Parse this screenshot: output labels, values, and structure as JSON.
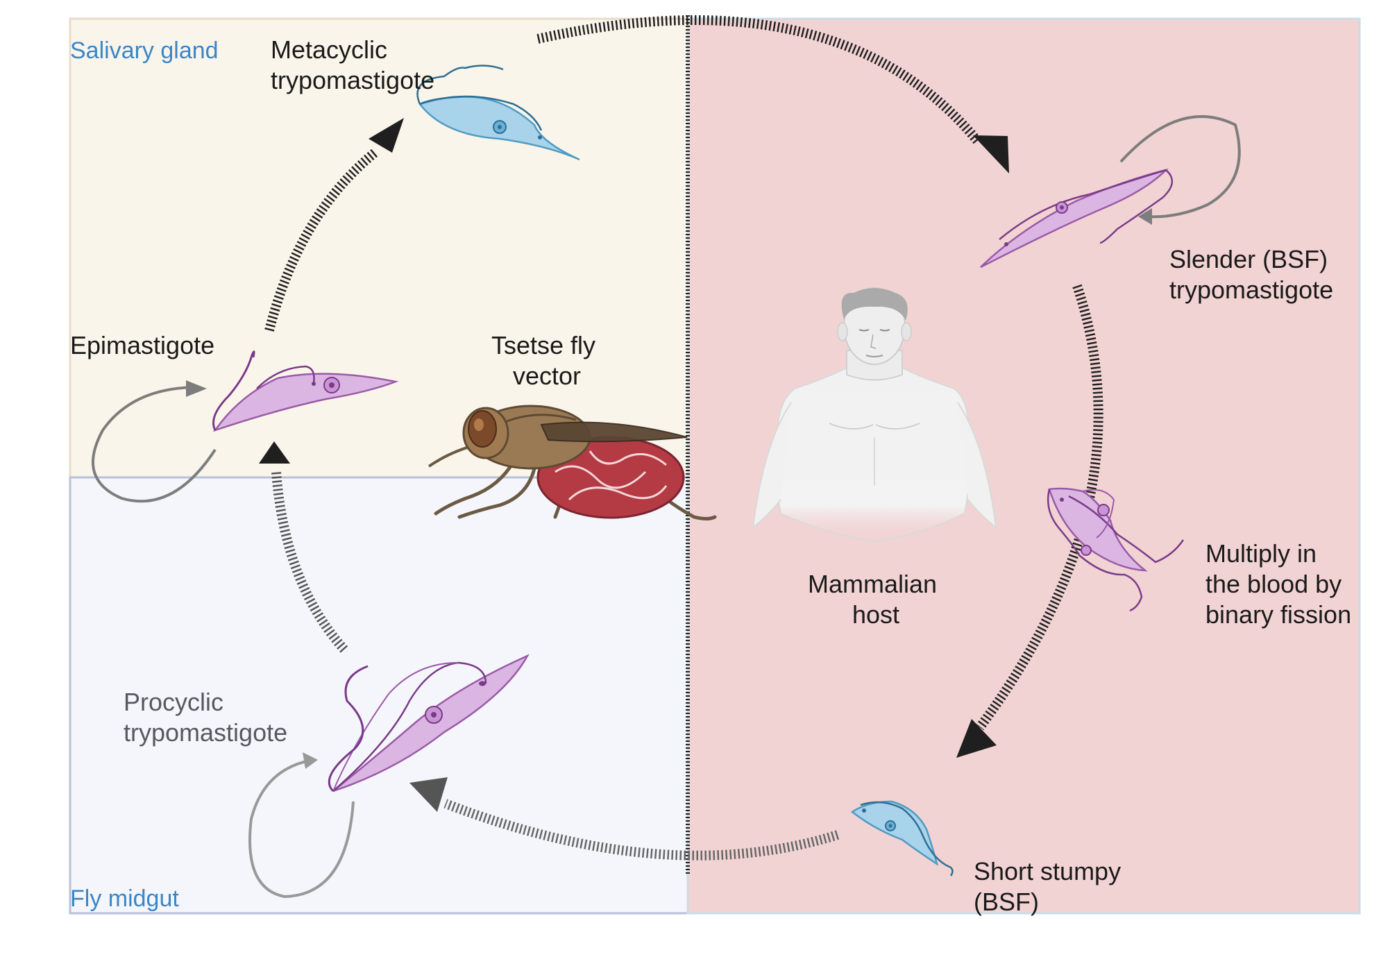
{
  "regions": {
    "salivary_gland": "Salivary gland",
    "fly_midgut": "Fly midgut"
  },
  "labels": {
    "metacyclic": [
      "Metacyclic",
      "trypomastigote"
    ],
    "epimastigote": [
      "Epimastigote"
    ],
    "tsetse": [
      "Tsetse fly",
      "vector"
    ],
    "procyclic": [
      "Procyclic",
      "trypomastigote"
    ],
    "slender": [
      "Slender (BSF)",
      "trypomastigote"
    ],
    "mammalian": [
      "Mammalian",
      "host"
    ],
    "multiply": [
      "Multiply in",
      "the blood by",
      "binary fission"
    ],
    "stumpy": [
      "Short stumpy",
      "(BSF)"
    ]
  },
  "colors": {
    "salivary_bg": "#faf5ea",
    "midgut_bg": "#f5f6fb",
    "host_bg": "#f2d3d3",
    "purple_parasite": "#dcb6e3",
    "blue_parasite": "#a9d3ea",
    "region_text": "#3a86c8",
    "arrow": "#222222"
  },
  "icons": {
    "vector": "tsetse-fly-icon",
    "host": "human-torso-icon"
  }
}
